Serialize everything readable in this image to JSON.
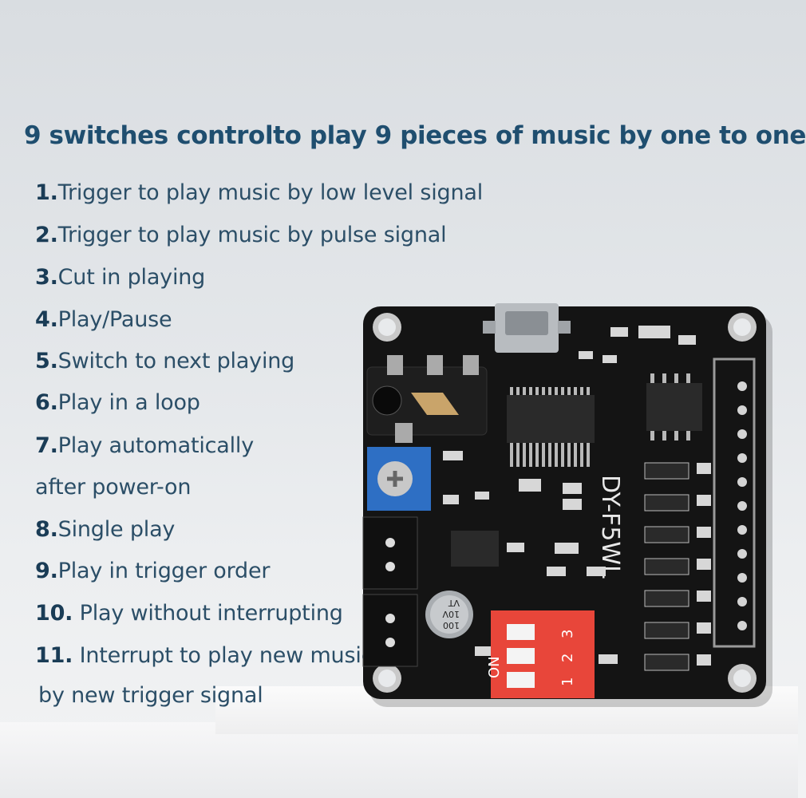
{
  "headline": "9 switches controlto play 9 pieces of music by one to one",
  "features": [
    {
      "num": "1.",
      "text": "Trigger to play music by low level signal"
    },
    {
      "num": "2.",
      "text": "Trigger to play music by pulse signal"
    },
    {
      "num": "3.",
      "text": "Cut in playing"
    },
    {
      "num": "4.",
      "text": "Play/Pause"
    },
    {
      "num": "5.",
      "text": "Switch to next playing"
    },
    {
      "num": "6.",
      "text": "Play in a loop"
    },
    {
      "num": "7.",
      "text": "Play automatically"
    },
    {
      "num": "",
      "text": "after power-on"
    },
    {
      "num": "8.",
      "text": "Single play"
    },
    {
      "num": "9.",
      "text": "Play in trigger order"
    },
    {
      "num": "10.",
      "text": " Play without interrupting"
    },
    {
      "num": "11.",
      "text": " Interrupt to play new music"
    },
    {
      "num": "",
      "text": " by  new trigger signal"
    }
  ],
  "board": {
    "model": "DY-F5WL",
    "dip_label": "ON",
    "dip_numbers": [
      "1",
      "2",
      "3"
    ],
    "capacitor": [
      "100",
      "10V",
      "VT"
    ],
    "colors": {
      "pcb": "#141414",
      "dip": "#e8463a",
      "pot": "#2e6fc4",
      "text": "#1f4e6f"
    }
  }
}
